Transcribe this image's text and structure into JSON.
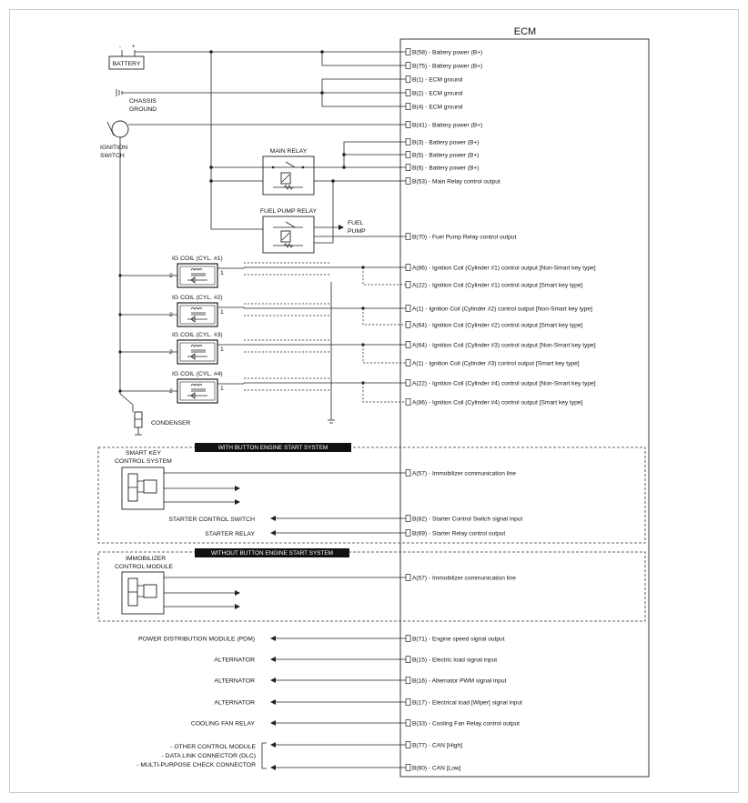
{
  "ecm_title": "ECM",
  "components": {
    "battery": "BATTERY",
    "chassis_ground": [
      "CHASSIS",
      "GROUND"
    ],
    "ignition_switch": [
      "IGNITION",
      "SWITCH"
    ],
    "main_relay": "MAIN RELAY",
    "fuel_pump_relay": "FUEL PUMP RELAY",
    "fuel_pump": [
      "FUEL",
      "PUMP"
    ],
    "ig_coils": [
      "IG COIL (CYL. #1)",
      "IG COIL (CYL. #2)",
      "IG COIL (CYL. #3)",
      "IG COIL (CYL. #4)"
    ],
    "coil_pin_left": "2",
    "coil_pin_right": "1",
    "condenser": "CONDENSER"
  },
  "sections": {
    "smart_key": {
      "banner": "WITH BUTTON ENGINE START SYSTEM",
      "module": [
        "SMART KEY",
        "CONTROL SYSTEM"
      ],
      "starter_control_switch": "STARTER CONTROL SWITCH",
      "starter_relay": "STARTER RELAY"
    },
    "immobilizer": {
      "banner": "WITHOUT BUTTON ENGINE START SYSTEM",
      "module": [
        "IMMOBILIZER",
        "CONTROL MODULE"
      ]
    }
  },
  "pins": [
    "B(58) - Battery power (B+)",
    "B(75) - Battery power (B+)",
    "B(1) - ECM ground",
    "B(2) - ECM ground",
    "B(4) - ECM ground",
    "B(41) - Battery power (B+)",
    "B(3) - Battery power (B+)",
    "B(5) - Battery power (B+)",
    "B(6) - Battery power (B+)",
    "B(53) - Main Relay control output",
    "B(70) - Fuel Pump Relay control output",
    "A(86) - Ignition Coil (Cylinder #1) control output [Non-Smart key type]",
    "A(22) - Ignition Coil (Cylinder #1) control output [Smart key type]",
    "A(1) - Ignition Coil (Cylinder #2) control output [Non-Smart key type]",
    "A(64) - Ignition Coil (Cylinder #2) control output [Smart key type]",
    "A(64) - Ignition Coil (Cylinder #3) control output [Non-Smart key type]",
    "A(1) - Ignition Coil (Cylinder #3) control output [Smart key type]",
    "A(22) - Ignition Coil (Cylinder #4) control output [Non-Smart key type]",
    "A(86) - Ignition Coil (Cylinder #4) control output [Smart key type]",
    "A(57) - Immobilizer communication line",
    "B(82) - Starter Control Switch signal input",
    "B(69) - Starter Relay control output",
    "A(57) - Immobilizer communication line",
    "B(71) - Engine speed signal output",
    "B(15) - Electric load signal input",
    "B(16) - Alternator PWM signal input",
    "B(17) - Electrical load [Wiper] signal input",
    "B(33) - Cooling Fan Relay control output",
    "B(77) - CAN [High]",
    "B(60) - CAN [Low]"
  ],
  "outputs": [
    "POWER DISTRIBUTION MODULE (PDM)",
    "ALTERNATOR",
    "ALTERNATOR",
    "ALTERNATOR",
    "COOLING FAN RELAY"
  ],
  "can_targets": [
    "- OTHER CONTROL MODULE",
    "- DATA LINK CONNECTOR (DLC)",
    "- MULTI-PURPOSE CHECK CONNECTOR"
  ]
}
